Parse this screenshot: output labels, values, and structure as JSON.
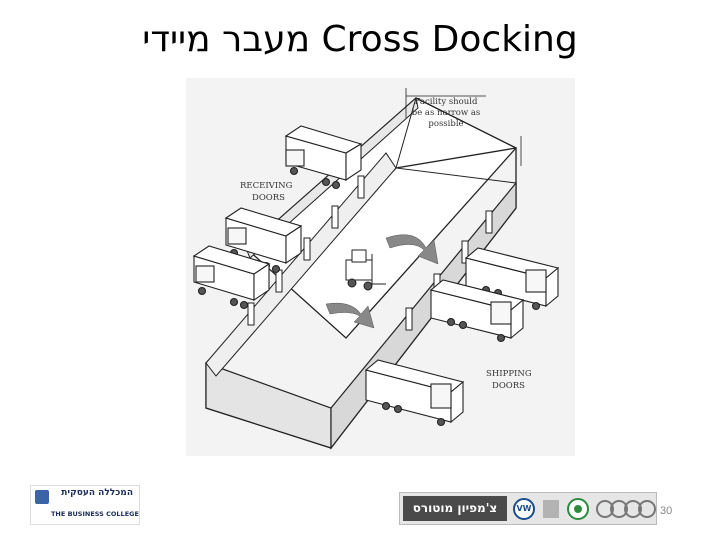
{
  "slide": {
    "title": "מעבר מיידי Cross Docking",
    "page_number": "30"
  },
  "figure": {
    "label_facility": [
      "Facility should",
      "be as narrow as",
      "possible"
    ],
    "label_receiving": [
      "RECEIVING",
      "DOORS"
    ],
    "label_shipping": [
      "SHIPPING",
      "DOORS"
    ]
  },
  "logo_left": {
    "hebrew": "המכללה העסקית",
    "english": "THE BUSINESS COLLEGE"
  },
  "brands": {
    "dealer": "צ'מפיון מוטורס",
    "vw": "VW"
  }
}
